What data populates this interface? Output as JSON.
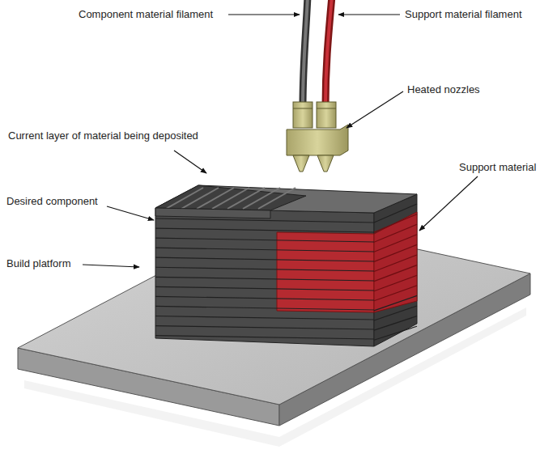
{
  "diagram": {
    "labels": [
      "Component material filament",
      "Support material filament",
      "Heated nozzles",
      "Current layer of material being deposited",
      "Desired component",
      "Build platform",
      "Support material"
    ]
  }
}
